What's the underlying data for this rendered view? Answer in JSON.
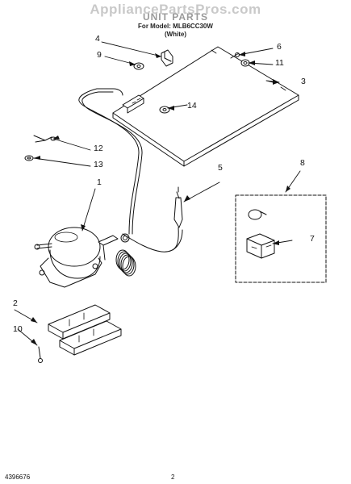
{
  "watermark": "AppliancePartsPros.com",
  "header": {
    "title": "UNIT PARTS",
    "model_line": "For Model: MLB6CC30W",
    "color_line": "(White)"
  },
  "callouts": [
    "1",
    "2",
    "3",
    "4",
    "5",
    "6",
    "7",
    "8",
    "9",
    "10",
    "11",
    "12",
    "13",
    "14"
  ],
  "footer": {
    "part_number": "4396676",
    "page_number": "2"
  }
}
